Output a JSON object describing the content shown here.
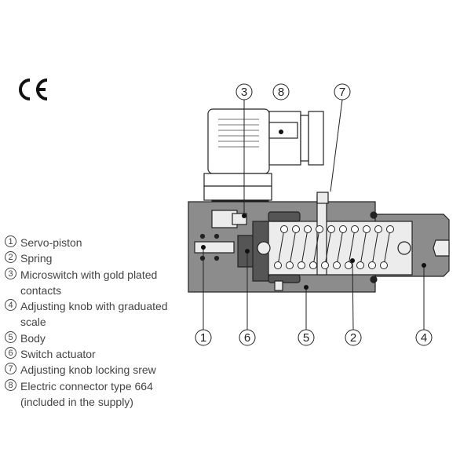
{
  "mark": "CE",
  "legend": [
    {
      "num": "1",
      "text": "Servo-piston"
    },
    {
      "num": "2",
      "text": "Spring"
    },
    {
      "num": "3",
      "text": "Microswitch with gold plated contacts"
    },
    {
      "num": "4",
      "text": "Adjusting knob with graduated scale"
    },
    {
      "num": "5",
      "text": "Body"
    },
    {
      "num": "6",
      "text": "Switch actuator"
    },
    {
      "num": "7",
      "text": "Adjusting knob locking srew"
    },
    {
      "num": "8",
      "text": "Electric connector type 664 (included in the supply)"
    }
  ],
  "callouts": {
    "c1": "1",
    "c2": "2",
    "c3": "3",
    "c4": "4",
    "c5": "5",
    "c6": "6",
    "c7": "7",
    "c8": "8"
  },
  "colors": {
    "body": "#8c8c8c",
    "dark": "#555555",
    "light": "#ececec",
    "line": "#222222"
  }
}
